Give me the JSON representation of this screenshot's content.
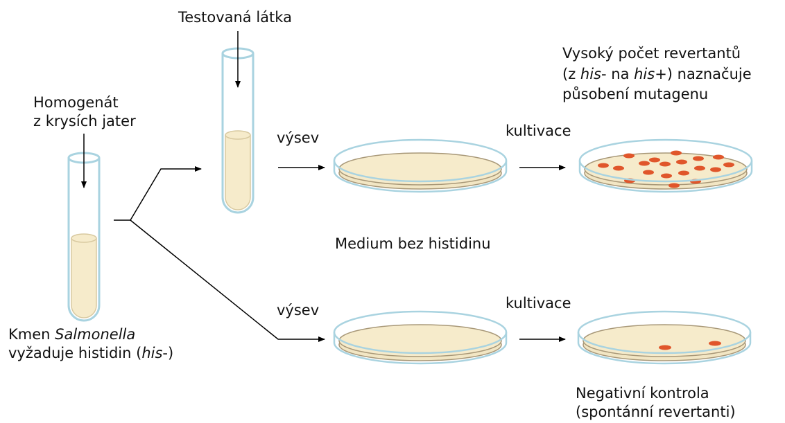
{
  "labels": {
    "test_substance": "Testovaná látka",
    "homogenate_line1": "Homogenát",
    "homogenate_line2": "z krysích jater",
    "strain_pre": "Kmen ",
    "strain_genus": "Salmonella",
    "strain_line2_pre": "vyžaduje histidin (",
    "strain_his_minus": "his",
    "strain_line2_post": "-)",
    "seeding_top": "výsev",
    "seeding_bottom": "výsev",
    "cultivation_top": "kultivace",
    "cultivation_bottom": "kultivace",
    "result_line1": "Vysoký počet revertantů",
    "result_line2_a": "(z ",
    "result_line2_his1": "his",
    "result_line2_b": "- na ",
    "result_line2_his2": "his",
    "result_line2_c": "+) naznačuje",
    "result_line3": "působení mutagenu",
    "medium": "Medium bez histidinu",
    "neg_line1": "Negativní kontrola",
    "neg_line2": "(spontánní revertanti)"
  },
  "colors": {
    "glass": "#a9d3e0",
    "medium": "#f6ebcb",
    "medium_edge": "#b5a789",
    "colony": "#e0562b",
    "line": "#000000"
  }
}
